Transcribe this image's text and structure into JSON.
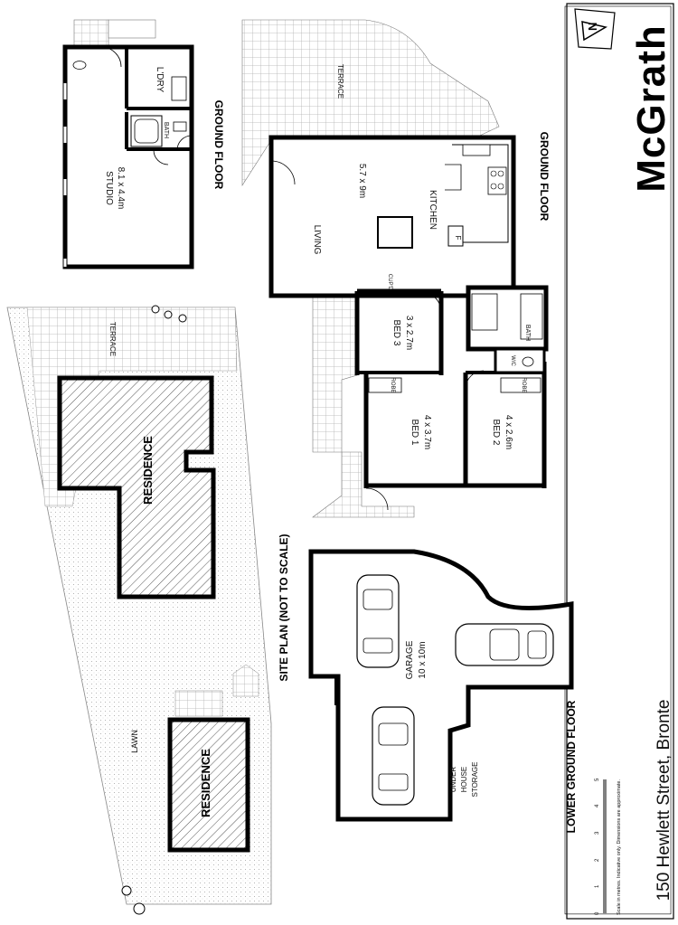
{
  "brand": {
    "name": "McGrath"
  },
  "address": "150 Hewlett Street, Bronte",
  "disclaimer": "Scale in metres. Indicative only. Dimensions are approximate.",
  "scale_ticks": [
    "0",
    "1",
    "2",
    "3",
    "4",
    "5"
  ],
  "headings": {
    "ground_floor_studio": "GROUND FLOOR",
    "ground_floor_main": "GROUND FLOOR",
    "site_plan": "SITE PLAN (NOT TO SCALE)",
    "lower_ground_floor": "LOWER GROUND FLOOR"
  },
  "studio": {
    "name": "STUDIO",
    "size": "8.1 x 4.4m",
    "laundry": "L'DRY",
    "bath": "BATH"
  },
  "main": {
    "terrace": "TERRACE",
    "living_size": "5.7 x 9m",
    "living": "LIVING",
    "kitchen": "KITCHEN",
    "fridge": "F",
    "cupd": "CUP'D",
    "bath": "BATH",
    "wc": "W/C",
    "bed3": {
      "name": "BED 3",
      "size": "3 x 2.7m"
    },
    "bed1": {
      "name": "BED 1",
      "size": "4 x 3.7m"
    },
    "bed2": {
      "name": "BED 2",
      "size": "4 x 2.6m"
    },
    "robe1": "ROBE",
    "robe2": "ROBE"
  },
  "site": {
    "terrace": "TERRACE",
    "residence_main": "RESIDENCE",
    "residence_rear": "RESIDENCE",
    "lawn": "LAWN"
  },
  "garage": {
    "name": "GARAGE",
    "size": "10 x 10m",
    "storage_line1": "UNDER",
    "storage_line2": "HOUSE",
    "storage_line3": "STORAGE"
  }
}
